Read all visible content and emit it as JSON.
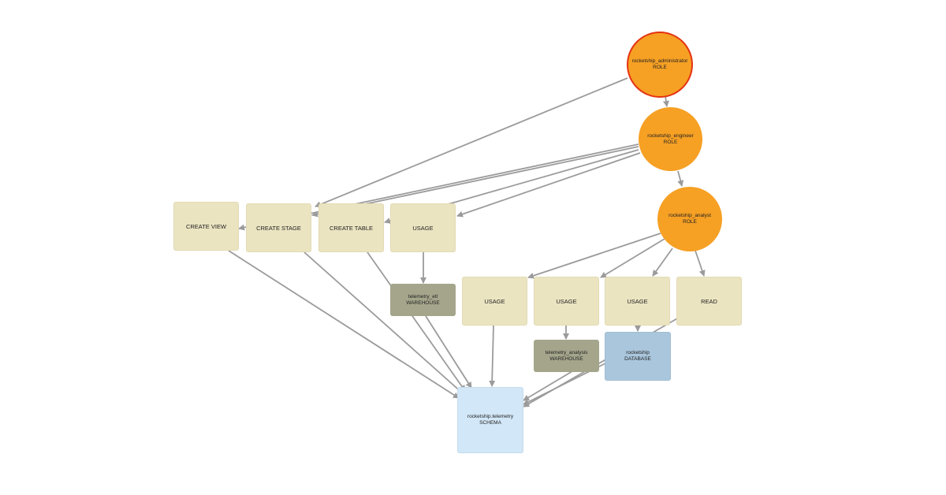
{
  "colors": {
    "role": "#f6a024",
    "admin_border": "#e53312",
    "privilege": "#ebe4c1",
    "warehouse": "#a5a58c",
    "database": "#aac6dc",
    "schema": "#d2e7f7",
    "edge": "#9b9b9b"
  },
  "nodes": {
    "admin": {
      "name": "rocketship_administrator",
      "type": "ROLE"
    },
    "engineer": {
      "name": "rocketship_engineer",
      "type": "ROLE"
    },
    "analyst": {
      "name": "rocketship_analyst",
      "type": "ROLE"
    },
    "create_view": {
      "label": "CREATE VIEW"
    },
    "create_stage": {
      "label": "CREATE STAGE"
    },
    "create_table": {
      "label": "CREATE TABLE"
    },
    "usage_etl": {
      "label": "USAGE"
    },
    "usage_schema": {
      "label": "USAGE"
    },
    "usage_analysis": {
      "label": "USAGE"
    },
    "usage_db": {
      "label": "USAGE"
    },
    "read": {
      "label": "READ"
    },
    "wh_etl": {
      "name": "telemetry_etl",
      "type": "WAREHOUSE"
    },
    "wh_analysis": {
      "name": "telemetry_analysis",
      "type": "WAREHOUSE"
    },
    "database": {
      "name": "rocketship",
      "type": "DATABASE"
    },
    "schema": {
      "name": "rocketship.telemetry",
      "type": "SCHEMA"
    }
  }
}
